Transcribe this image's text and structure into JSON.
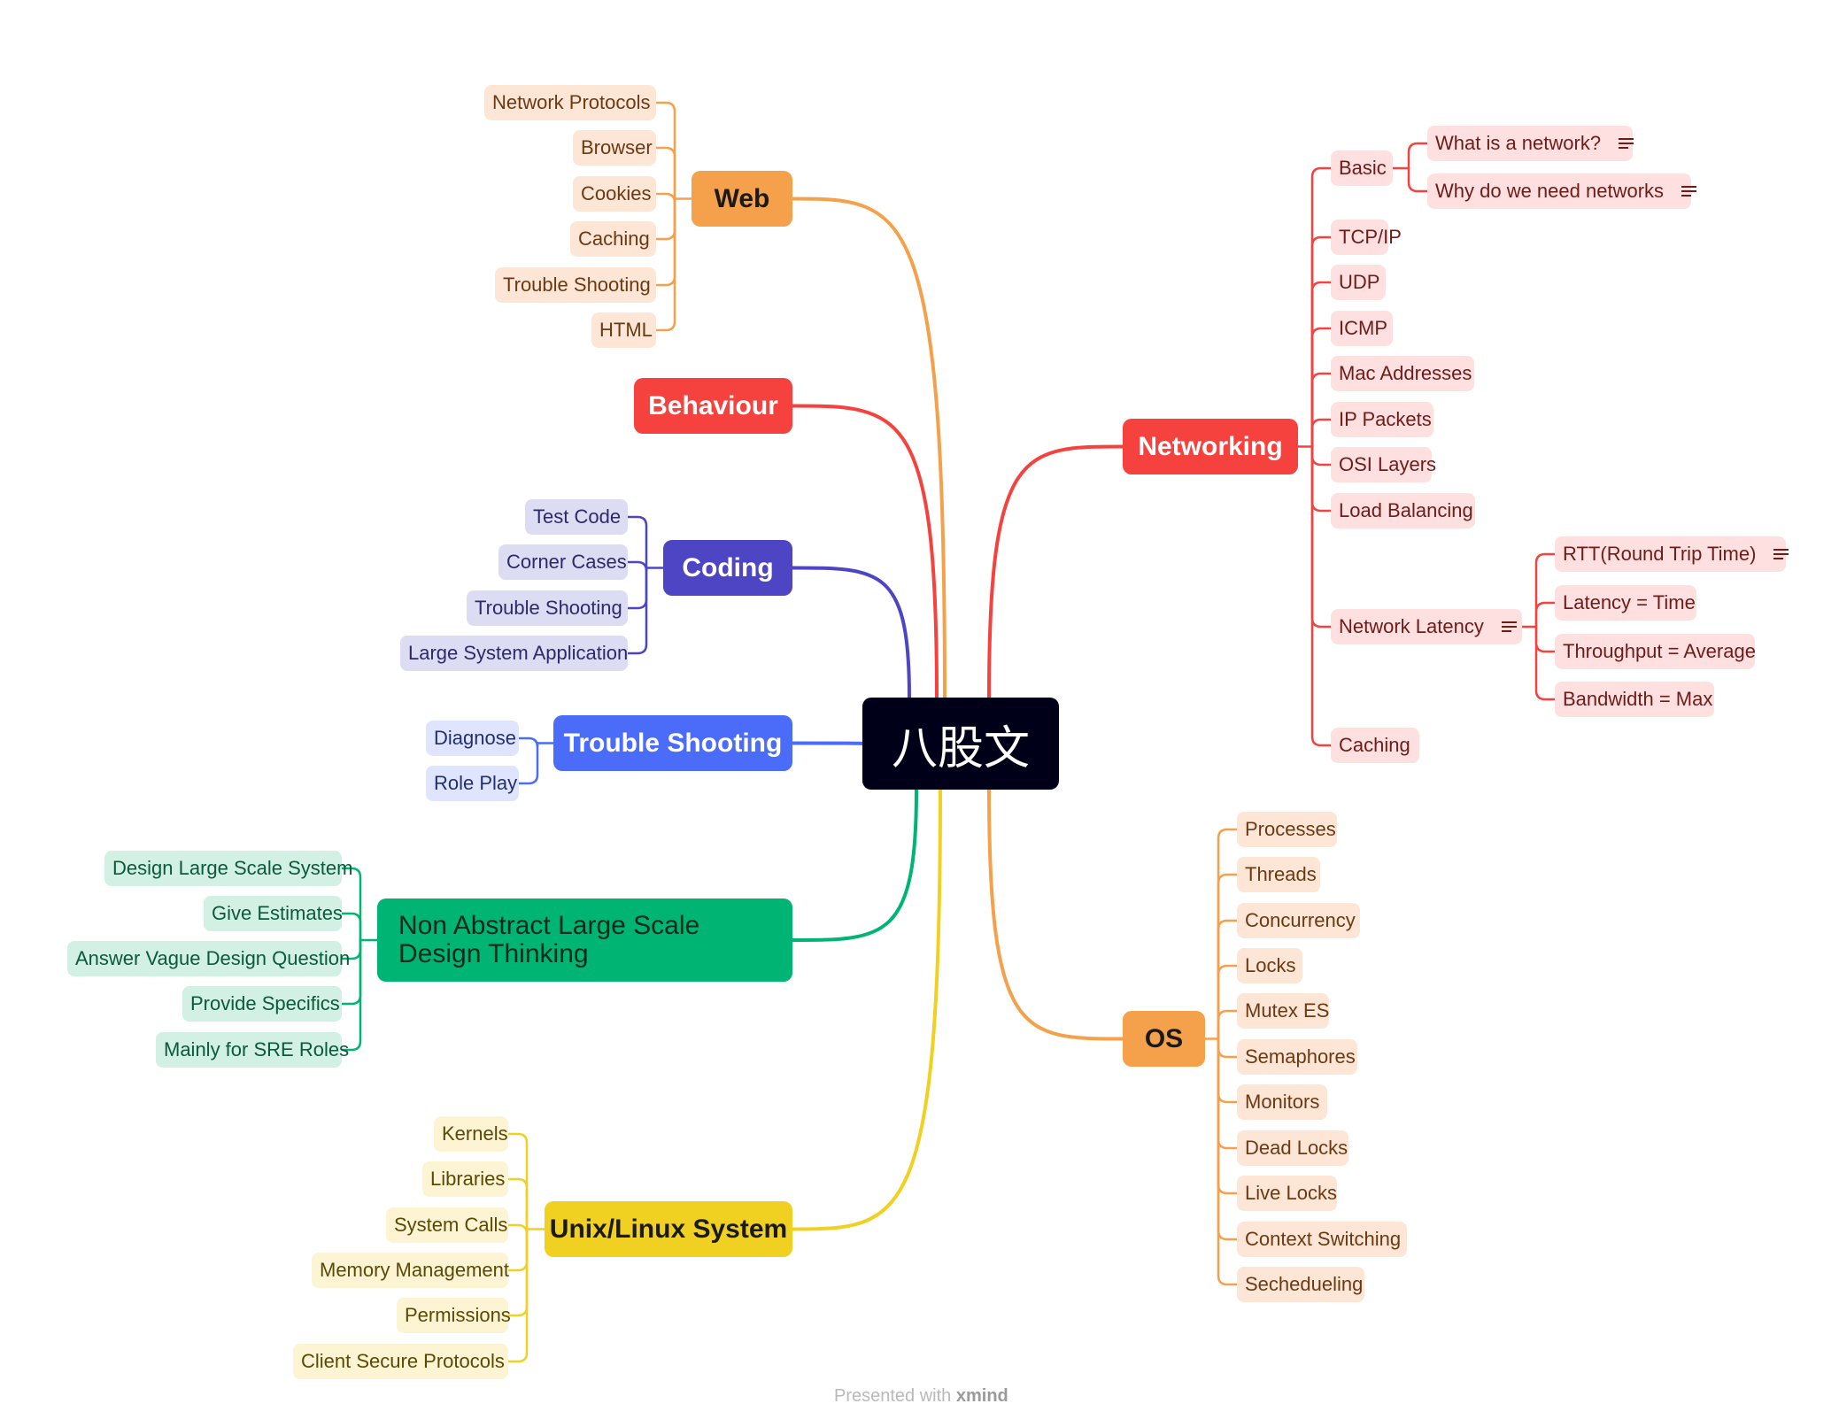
{
  "root": {
    "label": "八股文"
  },
  "footer": {
    "prefix": "Presented with",
    "brand": "xmind"
  },
  "colors": {
    "orange": "#f5a04a",
    "red": "#f5423f",
    "indigo": "#4d45c3",
    "blue": "#4b6cf8",
    "green": "#00b574",
    "yellow": "#f0d122"
  },
  "branches": [
    {
      "id": "web",
      "label": "Web",
      "color": "#f5a04a",
      "text": "#1a1a1a",
      "sub_bg": "#fde6d5",
      "sub_text": "#6b3a14",
      "children": [
        {
          "label": "Network Protocols"
        },
        {
          "label": "Browser"
        },
        {
          "label": "Cookies"
        },
        {
          "label": "Caching"
        },
        {
          "label": "Trouble Shooting"
        },
        {
          "label": "HTML"
        }
      ]
    },
    {
      "id": "behaviour",
      "label": "Behaviour",
      "color": "#f5423f",
      "text": "#ffffff",
      "children": []
    },
    {
      "id": "coding",
      "label": "Coding",
      "color": "#4d45c3",
      "text": "#ffffff",
      "sub_bg": "#dcdcf3",
      "sub_text": "#2c2a6a",
      "children": [
        {
          "label": "Test Code"
        },
        {
          "label": "Corner Cases"
        },
        {
          "label": "Trouble Shooting"
        },
        {
          "label": "Large System Application"
        }
      ]
    },
    {
      "id": "trouble",
      "label": "Trouble Shooting",
      "color": "#4b6cf8",
      "text": "#ffffff",
      "sub_bg": "#dfe5fe",
      "sub_text": "#23306e",
      "children": [
        {
          "label": "Diagnose"
        },
        {
          "label": "Role Play"
        }
      ]
    },
    {
      "id": "nalsd",
      "label": "Non Abstract Large Scale Design Thinking",
      "color": "#00b574",
      "text": "#0b2a1e",
      "sub_bg": "#d2f0e3",
      "sub_text": "#0b5a3b",
      "children": [
        {
          "label": "Design Large Scale System"
        },
        {
          "label": "Give Estimates"
        },
        {
          "label": "Answer Vague Design Question"
        },
        {
          "label": "Provide Specifics"
        },
        {
          "label": "Mainly for SRE Roles"
        }
      ]
    },
    {
      "id": "unix",
      "label": "Unix/Linux System",
      "color": "#f0d122",
      "text": "#1a1a1a",
      "sub_bg": "#fcf4d2",
      "sub_text": "#5a4a08",
      "children": [
        {
          "label": "Kernels"
        },
        {
          "label": "Libraries"
        },
        {
          "label": "System Calls"
        },
        {
          "label": "Memory Management"
        },
        {
          "label": "Permissions"
        },
        {
          "label": "Client Secure Protocols"
        }
      ]
    },
    {
      "id": "networking",
      "label": "Networking",
      "color": "#f5423f",
      "text": "#ffffff",
      "sub_bg": "#fde0df",
      "sub_text": "#6e1c1a",
      "children": [
        {
          "label": "Basic",
          "children": [
            {
              "label": "What is a network?",
              "note": true
            },
            {
              "label": "Why do we need networks",
              "note": true
            }
          ]
        },
        {
          "label": "TCP/IP"
        },
        {
          "label": "UDP"
        },
        {
          "label": "ICMP"
        },
        {
          "label": "Mac Addresses"
        },
        {
          "label": "IP Packets"
        },
        {
          "label": "OSI Layers"
        },
        {
          "label": "Load Balancing"
        },
        {
          "label": "Network Latency",
          "note": true,
          "children": [
            {
              "label": "RTT(Round Trip Time)",
              "note": true
            },
            {
              "label": "Latency = Time"
            },
            {
              "label": "Throughput = Average"
            },
            {
              "label": "Bandwidth = Max"
            }
          ]
        },
        {
          "label": "Caching"
        }
      ]
    },
    {
      "id": "os",
      "label": "OS",
      "color": "#f5a04a",
      "text": "#1a1a1a",
      "sub_bg": "#fde6d5",
      "sub_text": "#6b3a14",
      "children": [
        {
          "label": "Processes"
        },
        {
          "label": "Threads"
        },
        {
          "label": "Concurrency"
        },
        {
          "label": "Locks"
        },
        {
          "label": "Mutex ES"
        },
        {
          "label": "Semaphores"
        },
        {
          "label": "Monitors"
        },
        {
          "label": "Dead Locks"
        },
        {
          "label": "Live Locks"
        },
        {
          "label": "Context Switching"
        },
        {
          "label": "Sechedueling"
        }
      ]
    }
  ]
}
